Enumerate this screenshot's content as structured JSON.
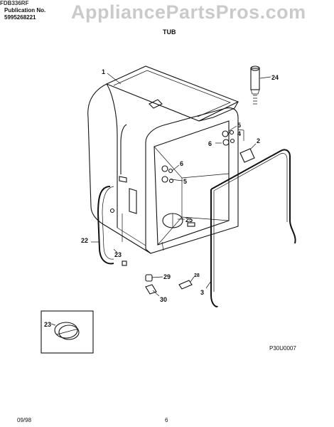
{
  "header": {
    "publication_label": "Publication No.",
    "publication_number": "5995268221",
    "model": "FDB336RF",
    "watermark": "AppliancePartsPros.com"
  },
  "section_title": "TUB",
  "diagram_code": "P30U0007",
  "footer": {
    "date": "09/98",
    "page": "6"
  },
  "callouts": [
    "1",
    "24",
    "5",
    "4",
    "6",
    "2",
    "6",
    "5",
    "25",
    "22",
    "23",
    "29",
    "28",
    "3",
    "30",
    "23"
  ]
}
